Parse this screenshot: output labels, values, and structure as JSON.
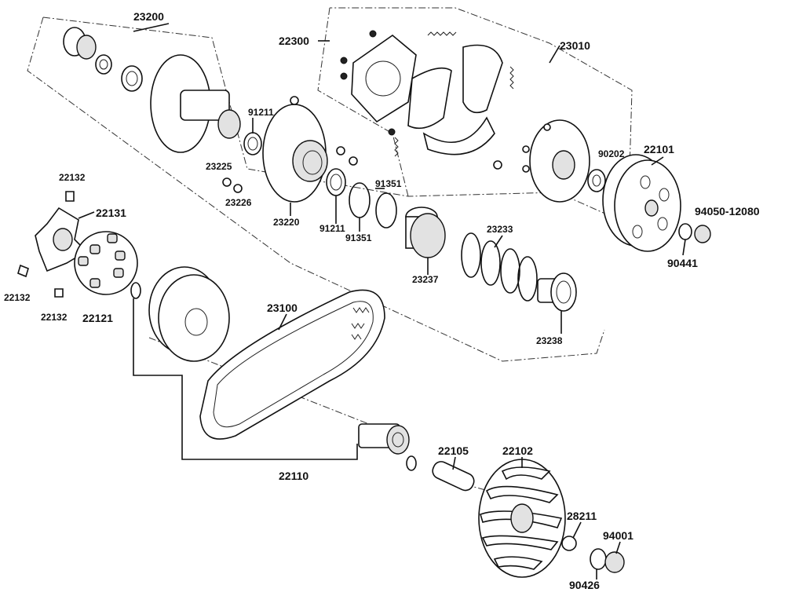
{
  "callouts": {
    "c23200": "23200",
    "c22300": "22300",
    "c23010": "23010",
    "c91211a": "91211",
    "c23225": "23225",
    "c23226": "23226",
    "c23220": "23220",
    "c91211b": "91211",
    "c91351a": "91351",
    "c91351b": "91351",
    "c22101": "22101",
    "c90202": "90202",
    "c94050": "94050-12080",
    "c90441": "90441",
    "c23233": "23233",
    "c23237": "23237",
    "c23238": "23238",
    "c22132a": "22132",
    "c22131": "22131",
    "c22132b": "22132",
    "c22132c": "22132",
    "c22121": "22121",
    "c23100": "23100",
    "c22110": "22110",
    "c22105": "22105",
    "c22102": "22102",
    "c28211": "28211",
    "c94001": "94001",
    "c90426": "90426"
  },
  "colors": {
    "line": "#111111",
    "background": "#ffffff",
    "shade": "#e2e2e2"
  }
}
